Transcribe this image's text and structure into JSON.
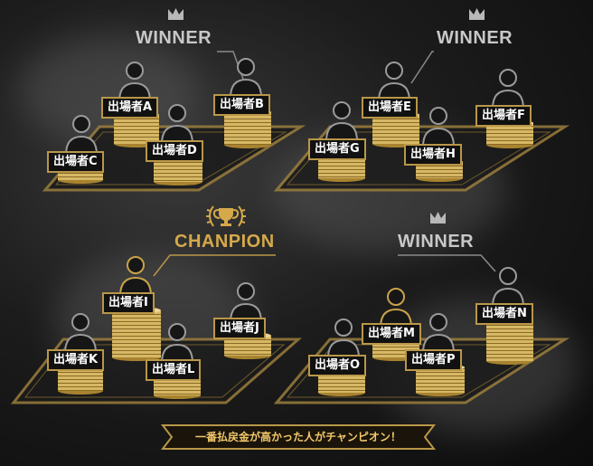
{
  "headers": {
    "winner_1": "WINNER",
    "winner_2": "WINNER",
    "champion": "CHANPION",
    "winner_3": "WINNER"
  },
  "players": {
    "A": "出場者A",
    "B": "出場者B",
    "C": "出場者C",
    "D": "出場者D",
    "E": "出場者E",
    "F": "出場者F",
    "G": "出場者G",
    "H": "出場者H",
    "I": "出場者I",
    "J": "出場者J",
    "K": "出場者K",
    "L": "出場者L",
    "M": "出場者M",
    "N": "出場者N",
    "O": "出場者O",
    "P": "出場者P"
  },
  "banner": {
    "text": "一番払戻金が高かった人がチャンピオン！"
  },
  "colors": {
    "gold": "#b99748",
    "champion_gold": "#d4a94a",
    "winner_gray": "#c8c8c8",
    "platform_line": "#9a7d3c"
  },
  "icons": [
    "crown-icon",
    "trophy-icon",
    "laurel-icon",
    "person-icon",
    "coin-stack-icon"
  ]
}
